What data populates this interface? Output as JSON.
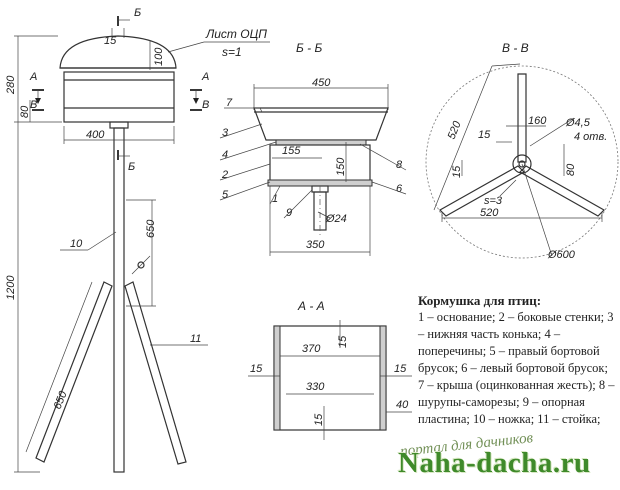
{
  "labels": {
    "sheet": "Лист ОЦП",
    "sheet_s": "s=1",
    "sec_bb": "Б - Б",
    "sec_vv": "В - В",
    "sec_aa": "А - А",
    "letter_A": "А",
    "letter_B": "Б",
    "letter_V": "В"
  },
  "dims": {
    "d15a": "15",
    "d100": "100",
    "d280": "280",
    "d80": "80",
    "d400": "400",
    "d650a": "650",
    "d1200": "1200",
    "d650b": "650",
    "d450": "450",
    "d155": "155",
    "d150": "150",
    "d350": "350",
    "d24": "Ø24",
    "d520a": "520",
    "d160": "160",
    "d45": "Ø4,5",
    "d4otv": "4 отв.",
    "d15b": "15",
    "d15c": "15",
    "d80b": "80",
    "ds3": "s=3",
    "d520b": "520",
    "d600": "Ø600",
    "d370": "370",
    "d15d": "15",
    "d15e": "15",
    "d15f": "15",
    "d330": "330",
    "d40": "40",
    "d15g": "15"
  },
  "parts": {
    "p1": "1",
    "p2": "2",
    "p3": "3",
    "p4": "4",
    "p5": "5",
    "p6": "6",
    "p7": "7",
    "p8": "8",
    "p9": "9",
    "p10": "10",
    "p11": "11"
  },
  "legend": {
    "title": "Кормушка для птиц:",
    "body": "1 – основание; 2 – боковые стенки; 3 – нижняя часть конька; 4 – поперечины; 5 – правый бортовой брусок; 6 – левый бортовой брусок; 7 – крыша (оцинкованная жесть); 8 – шурупы-саморезы; 9 – опорная пластина; 10 – ножка; 11 – стойка;"
  },
  "watermark": {
    "line1": "портал для дачников",
    "line2": "Naha-dacha.ru"
  }
}
